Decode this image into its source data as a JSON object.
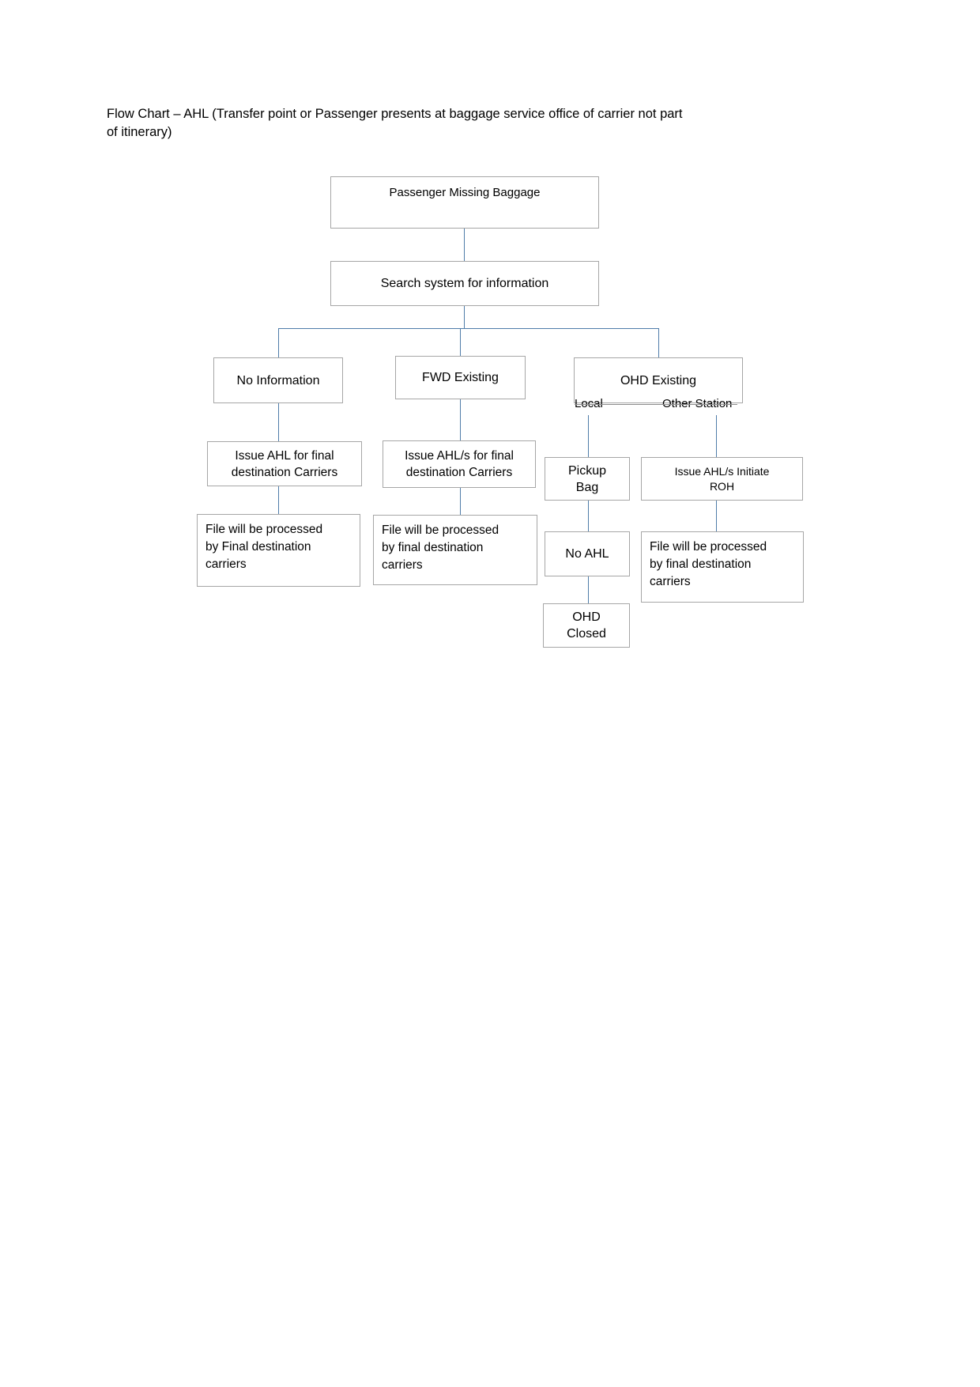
{
  "title": "Flow Chart – AHL (Transfer point or Passenger presents at baggage service office of carrier not part\nof itinerary)",
  "flowchart": {
    "nodes": {
      "passenger_missing_baggage": "Passenger Missing Baggage",
      "search_system": "Search system for information",
      "no_information": "No Information",
      "fwd_existing": "FWD Existing",
      "ohd_existing": "OHD Existing",
      "local": "Local",
      "other_station": "Other Station",
      "issue_ahl_no_info": "Issue AHL for final\ndestination Carriers",
      "file_processed_no_info": "File will be processed\nby Final destination\ncarriers",
      "issue_ahl_fwd": "Issue AHL/s for final\ndestination Carriers",
      "file_processed_fwd": "File will be processed\nby final destination\ncarriers",
      "pickup_bag": "Pickup\nBag",
      "no_ahl": "No AHL",
      "ohd_closed": "OHD\nClosed",
      "issue_ahl_roh": "Issue AHL/s Initiate\nROH",
      "file_processed_roh": "File will be processed\nby final destination\ncarriers"
    },
    "edges": [
      {
        "from": "passenger_missing_baggage",
        "to": "search_system"
      },
      {
        "from": "search_system",
        "to": "no_information"
      },
      {
        "from": "search_system",
        "to": "fwd_existing"
      },
      {
        "from": "search_system",
        "to": "ohd_existing"
      },
      {
        "from": "no_information",
        "to": "issue_ahl_no_info"
      },
      {
        "from": "issue_ahl_no_info",
        "to": "file_processed_no_info"
      },
      {
        "from": "fwd_existing",
        "to": "issue_ahl_fwd"
      },
      {
        "from": "issue_ahl_fwd",
        "to": "file_processed_fwd"
      },
      {
        "from": "ohd_existing",
        "to": "local"
      },
      {
        "from": "ohd_existing",
        "to": "other_station"
      },
      {
        "from": "local",
        "to": "pickup_bag"
      },
      {
        "from": "pickup_bag",
        "to": "no_ahl"
      },
      {
        "from": "no_ahl",
        "to": "ohd_closed"
      },
      {
        "from": "other_station",
        "to": "issue_ahl_roh"
      },
      {
        "from": "issue_ahl_roh",
        "to": "file_processed_roh"
      }
    ]
  },
  "colors": {
    "connector": "#4f7ca9",
    "box_border": "#a6a6a6",
    "branch_line": "#8c8c8c",
    "text": "#000000",
    "background": "#ffffff"
  }
}
